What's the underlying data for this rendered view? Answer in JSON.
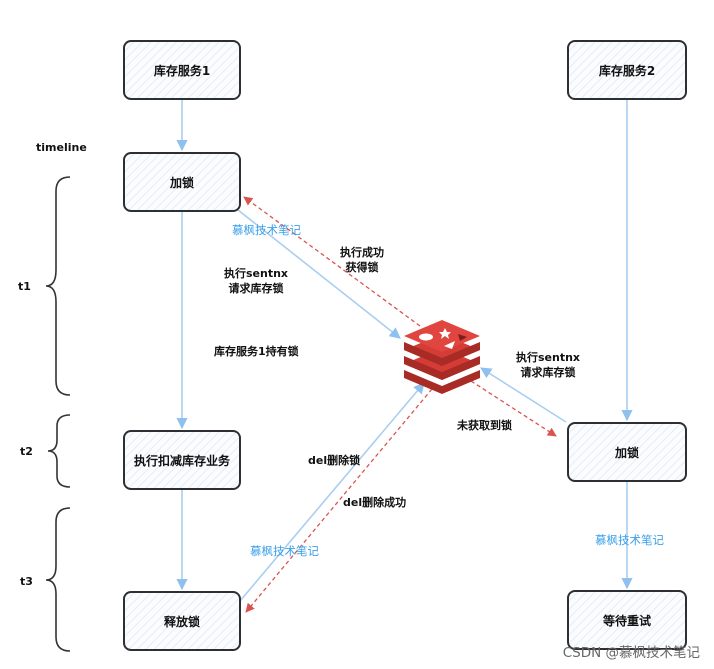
{
  "boxes": {
    "service1": "库存服务1",
    "service2": "库存服务2",
    "lock1": "加锁",
    "deduct": "执行扣减库存业务",
    "release": "释放锁",
    "lock2": "加锁",
    "wait": "等待重试"
  },
  "timeline": {
    "label": "timeline",
    "t1": "t1",
    "t2": "t2",
    "t3": "t3"
  },
  "labels": {
    "exec_sentnx_line1": "执行sentnx",
    "exec_sentnx_line2": "请求库存锁",
    "exec_success_line1": "执行成功",
    "exec_success_line2": "获得锁",
    "hold_lock": "库存服务1持有锁",
    "exec_sentnx2_line1": "执行sentnx",
    "exec_sentnx2_line2": "请求库存锁",
    "not_acquired": "未获取到锁",
    "del_lock": "del删除锁",
    "del_success": "del删除成功"
  },
  "watermarks": {
    "wm1": "慕枫技术笔记",
    "wm2": "慕枫技术笔记",
    "wm3": "慕枫技术笔记"
  },
  "footer": "CSDN @慕枫技术笔记",
  "colors": {
    "blue_arrow": "#a9cef0",
    "red_dash": "#d9534f",
    "redis_red": "#d63c36",
    "watermark": "#3aa0ea"
  },
  "icons": {
    "center": "redis-logo-icon"
  }
}
